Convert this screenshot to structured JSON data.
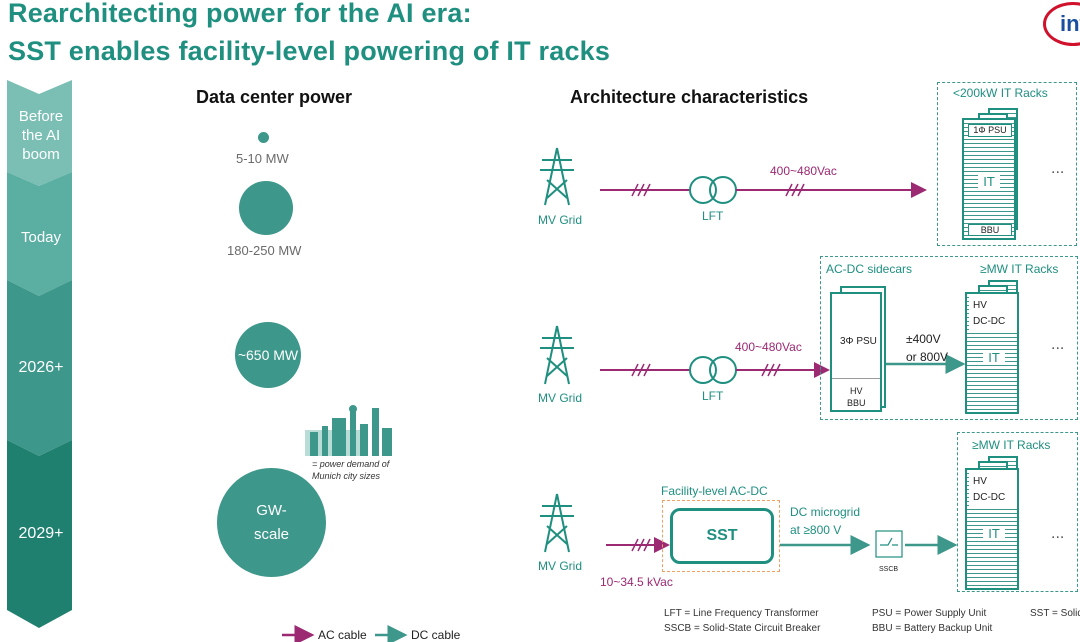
{
  "title": {
    "line1": "Rearchitecting power for the AI era:",
    "line2": "SST enables facility-level powering of IT racks"
  },
  "logo": {
    "text": "int"
  },
  "timeline": [
    {
      "label": "Before the AI boom"
    },
    {
      "label": "Today"
    },
    {
      "label": "2026+"
    },
    {
      "label": "2029+"
    }
  ],
  "headers": {
    "data_center_power": "Data center power",
    "architecture": "Architecture characteristics"
  },
  "power": {
    "p1": "5-10 MW",
    "p2": "180-250 MW",
    "p3": "~650 MW",
    "p4": "GW-scale",
    "city_note_1": "= power demand of",
    "city_note_2": "Munich city sizes"
  },
  "arch1": {
    "grid": "MV Grid",
    "lft": "LFT",
    "voltage": "400~480Vac",
    "racks_title": "<200kW IT Racks",
    "psu": "1Φ PSU",
    "it": "IT",
    "bbu": "BBU",
    "more": "..."
  },
  "arch2": {
    "grid": "MV Grid",
    "lft": "LFT",
    "voltage": "400~480Vac",
    "sidecars_title": "AC-DC sidecars",
    "psu": "3Φ PSU",
    "hv_bbu_1": "HV",
    "hv_bbu_2": "BBU",
    "dc_voltage_1": "±400V",
    "dc_voltage_2": "or 800V",
    "racks_title": "≥MW IT Racks",
    "hv": "HV",
    "dcdc": "DC-DC",
    "it": "IT",
    "more": "..."
  },
  "arch3": {
    "grid": "MV Grid",
    "facility_label": "Facility-level AC-DC",
    "sst": "SST",
    "mv_voltage": "10~34.5 kVac",
    "microgrid_1": "DC microgrid",
    "microgrid_2": "at ≥800 V",
    "sscb": "SSCB",
    "racks_title": "≥MW IT Racks",
    "hv": "HV",
    "dcdc": "DC-DC",
    "it": "IT",
    "more": "..."
  },
  "legend": {
    "ac_cable": "AC cable",
    "dc_cable": "DC cable",
    "lft": "LFT = Line Frequency Transformer",
    "sscb": "SSCB = Solid-State Circuit Breaker",
    "psu": "PSU = Power Supply Unit",
    "bbu": "BBU = Battery Backup Unit",
    "sst": "SST = Solid"
  },
  "colors": {
    "teal": "#1f8f80",
    "magenta": "#9b2a73",
    "brand_red": "#d0112b"
  }
}
